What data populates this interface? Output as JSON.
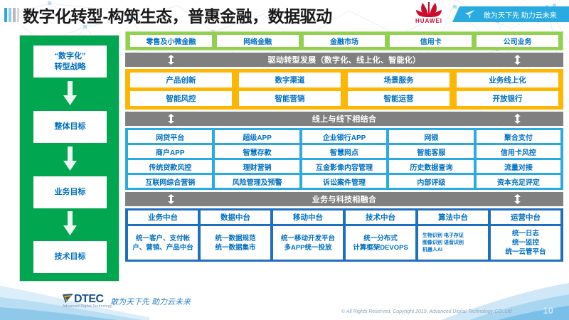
{
  "header": {
    "title": "数字化转型-构筑生态，普惠金融，数据驱动",
    "huawei_wordmark": "HUAWEI",
    "ribbon_text": "敢为天下先 助力云未来",
    "accent_blue": "#29abe2",
    "huawei_red": "#cf0a2c"
  },
  "sidebar": {
    "bg_color": "#00a650",
    "items": [
      {
        "label": "“数字化”\n转型战略"
      },
      {
        "label": "整体目标"
      },
      {
        "label": "业务目标"
      },
      {
        "label": "技术目标"
      }
    ]
  },
  "business_band": {
    "color": "#92d050",
    "cells": [
      "零售及小微金融",
      "网络金融",
      "金融市场",
      "信用卡",
      "公司业务"
    ]
  },
  "divider_1": {
    "label": "驱动转型发展（数字化、线上化、智能化）",
    "color": "#808080"
  },
  "drive_band": {
    "color": "#ffb600",
    "rows": [
      [
        "产品创新",
        "数字渠道",
        "场景服务",
        "业务线上化"
      ],
      [
        "智能风控",
        "智能营销",
        "智能运营",
        "开放银行"
      ]
    ]
  },
  "divider_2": {
    "label": "线上与线下相结合",
    "color": "#808080"
  },
  "online_band": {
    "color": "#29abe2",
    "rows": [
      [
        "网贷平台",
        "超级APP",
        "企业银行APP",
        "网银",
        "聚合支付"
      ],
      [
        "商户APP",
        "智慧存款",
        "智慧网点",
        "智能客服",
        "信用卡风控"
      ],
      [
        "传统贷款风控",
        "理财营销",
        "互金影像内容管理",
        "历史数据查询",
        "流量对接"
      ],
      [
        "互联网综合营销",
        "风险管理及预警",
        "诉讼案件管理",
        "内部评级",
        "资本充足评定"
      ]
    ]
  },
  "divider_3": {
    "label": "业务与科技相融合",
    "color": "#808080"
  },
  "midend_band": {
    "color": "#1f6fc0",
    "columns": [
      {
        "head": "业务中台",
        "body": "统一客户、支付帐户、营销、产品中台"
      },
      {
        "head": "数据中台",
        "body": "统一数据规范\n统一数据集市"
      },
      {
        "head": "移动中台",
        "body": "统一移动开发平台\n多APP统一投放"
      },
      {
        "head": "技术中台",
        "body": "统一分布式\n计算框架DEVOPS"
      },
      {
        "head": "算法中台",
        "body": "生物识别 电子存证\n图像识别 语音识别\n机器人AI",
        "small": true
      },
      {
        "head": "运营中台",
        "body": "统一日志\n统一监控\n统一云管平台"
      }
    ]
  },
  "footer": {
    "brand": "DTEC",
    "brand_sub": "Advanced Digital Technology",
    "slogan": "敢为天下先   助力云未来",
    "copyright": "© All Rights Reserved. Copyright 2019, Advanced Digital Technology CO.,Ltd",
    "page_number": "10"
  }
}
